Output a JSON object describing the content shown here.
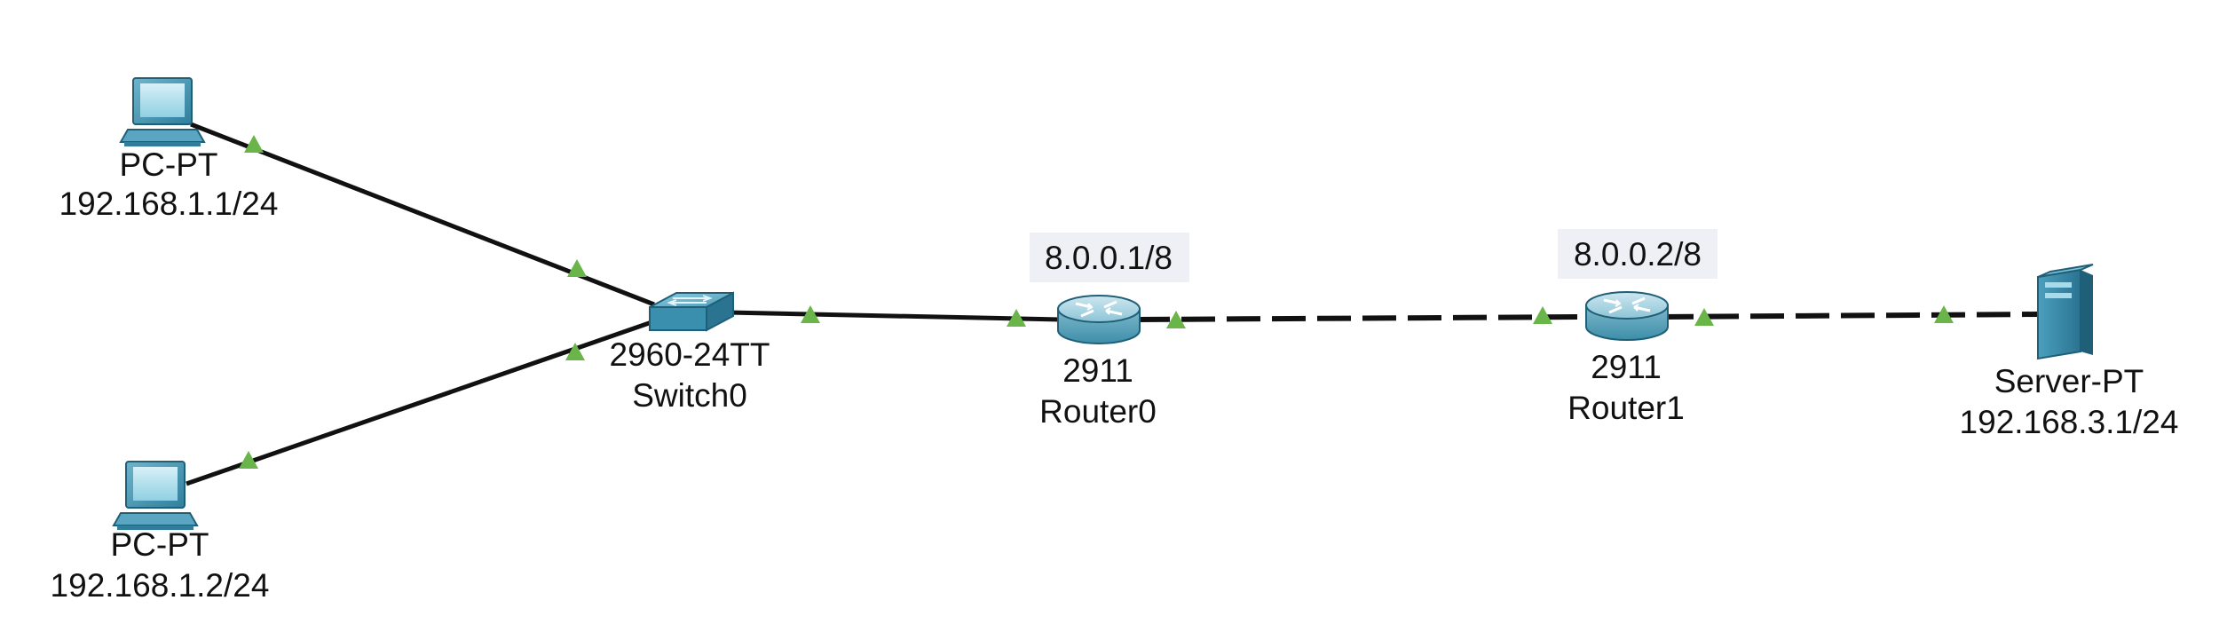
{
  "devices": {
    "pc1": {
      "type_label": "PC-PT",
      "ip": "192.168.1.1/24"
    },
    "pc2": {
      "type_label": "PC-PT",
      "ip": "192.168.1.2/24"
    },
    "switch0": {
      "model": "2960-24TT",
      "name": "Switch0"
    },
    "router0": {
      "model": "2911",
      "name": "Router0",
      "link_ip": "8.0.0.1/8"
    },
    "router1": {
      "model": "2911",
      "name": "Router1",
      "link_ip": "8.0.0.2/8"
    },
    "server": {
      "type_label": "Server-PT",
      "ip": "192.168.3.1/24"
    }
  },
  "links": [
    {
      "from": "pc1",
      "to": "switch0",
      "style": "solid"
    },
    {
      "from": "pc2",
      "to": "switch0",
      "style": "solid"
    },
    {
      "from": "switch0",
      "to": "router0",
      "style": "solid"
    },
    {
      "from": "router0",
      "to": "router1",
      "style": "dashed"
    },
    {
      "from": "router1",
      "to": "server",
      "style": "dashed"
    }
  ],
  "colors": {
    "link": "#111111",
    "link_up_indicator": "#6ab54a",
    "ip_label_background": "#eef0f5"
  }
}
